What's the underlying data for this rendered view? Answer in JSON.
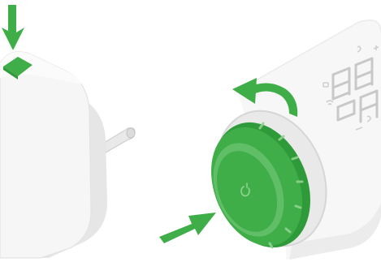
{
  "illustration": {
    "plug_adapter": {
      "has_pairing_button": true
    },
    "thermostat": {
      "display_segments": [
        "88",
        "88"
      ],
      "dial_rotation": "counter-clockwise"
    }
  },
  "colors": {
    "accent_green": "#3fae49",
    "accent_green_dark": "#2f9a3a",
    "accent_green_light": "#7ccc7f",
    "device_white": "#f7f7f7",
    "device_shadow": "#e2e2e2",
    "outline_gray": "#d4d4d4",
    "segment_gray": "#c8c8c8"
  }
}
